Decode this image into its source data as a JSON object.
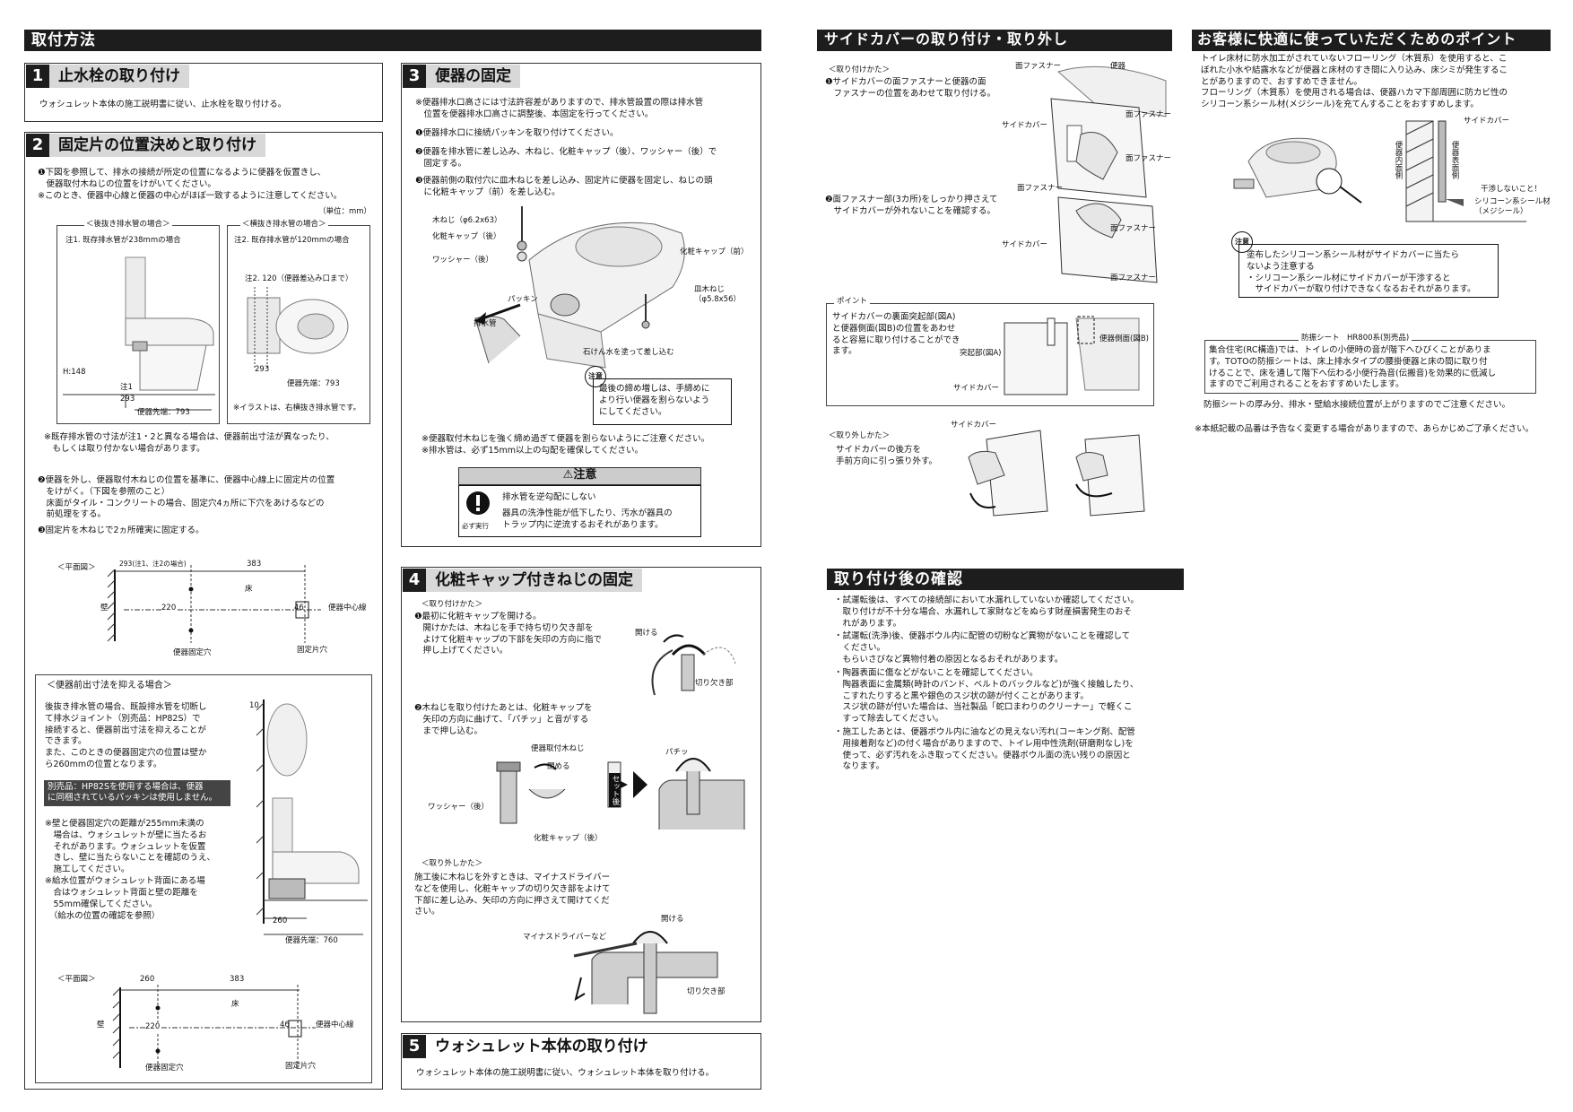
{
  "headers": {
    "install_method": "取付方法",
    "side_cover": "サイドカバーの取り付け・取り外し",
    "comfort_points": "お客様に快適に使っていただくためのポイント",
    "after_check": "取り付け後の確認"
  },
  "s1": {
    "num": "1",
    "title": "止水栓の取り付け",
    "body": "ウォシュレット本体の施工説明書に従い、止水栓を取り付ける。"
  },
  "s2": {
    "num": "2",
    "title": "固定片の位置決めと取り付け",
    "p1": "❶下図を参照して、排水の接続が所定の位置になるように便器を仮置きし、\n　便器取付木ねじの位置をけがいてください。\n※このとき、便器中心線と便器の中心がほぼ一致するように注意してください。",
    "unit": "（単位：mm）",
    "rear_title": "＜後抜き排水管の場合＞",
    "side_title": "＜横抜き排水管の場合＞",
    "rear_note": "注1. 既存排水管が238mmの場合",
    "side_note": "注2. 既存排水管が120mmの場合",
    "side_note2": "注2. 120（便器差込み口まで）",
    "h148": "H:148",
    "n_chu1": "注1",
    "d293": "293",
    "d793": "便器先端：793",
    "d293b": "293",
    "d793b": "便器先端：793",
    "illus_note": "※イラストは、右横抜き排水管です。",
    "p2": "※既存排水管の寸法が注1・2と異なる場合は、便器前出寸法が異なったり、\n　もしくは取り付かない場合があります。",
    "p3": "❷便器を外し、便器取付木ねじの位置を基準に、便器中心線上に固定片の位置\n　をけがく。（下図を参照のこと）\n　床面がタイル・コンクリートの場合、固定穴4ヵ所に下穴をあけるなどの\n　前処理をする。",
    "p4": "❸固定片を木ねじで2ヵ所確実に固定する。",
    "plan1": "＜平面図＞",
    "p_293": "293(注1、注2の場合)",
    "p_383": "383",
    "p_floor": "床",
    "p_wall": "壁",
    "p_220": "220",
    "p_46": "46",
    "p_center": "便器中心線",
    "p_hole1": "便器固定穴",
    "p_hole2": "固定片穴"
  },
  "s2b": {
    "title": "＜便器前出寸法を抑える場合＞",
    "body": "後抜き排水管の場合、既設排水管を切断し\nて排水ジョイント（別売品：HP82S）で\n接続すると、便器前出寸法を抑えることが\nできます。\nまた、このときの便器固定穴の位置は壁か\nら260mmの位置となります。",
    "dark": "別売品：HP82Sを使用する場合は、便器\nに同梱されているパッキンは使用しません。",
    "note1": "※壁と便器固定穴の距離が255mm未満の\n　場合は、ウォシュレットが壁に当たるお\n　それがあります。ウォシュレットを仮置\n　きし、壁に当たらないことを確認のうえ、\n　施工してください。\n※給水位置がウォシュレット背面にある場\n　合はウォシュレット背面と壁の距離を\n　55mm確保してください。\n　（給水の位置の確認を参照）",
    "d10": "10",
    "d260": "260",
    "d760": "便器先端：760",
    "plan": "＜平面図＞",
    "p_260": "260",
    "p_383": "383",
    "p_floor": "床",
    "p_wall": "壁",
    "p_220": "220",
    "p_46": "46",
    "p_center": "便器中心線",
    "p_hole1": "便器固定穴",
    "p_hole2": "固定片穴"
  },
  "s3": {
    "num": "3",
    "title": "便器の固定",
    "p1": "※便器排水口高さには寸法許容差がありますので、排水管設置の際は排水管\n　位置を便器排水口高さに調整後、本固定を行ってください。",
    "p2": "❶便器排水口に接続パッキンを取り付けてください。",
    "p3": "❷便器を排水管に差し込み、木ねじ、化粧キャップ（後）、ワッシャー（後）で\n　固定する。",
    "p4": "❸便器前側の取付穴に皿木ねじを差し込み、固定片に便器を固定し、ねじの頭\n　に化粧キャップ（前）を差し込む。",
    "l_screw": "木ねじ（φ6.2x63）",
    "l_cap_rear": "化粧キャップ（後）",
    "l_washer": "ワッシャー（後）",
    "l_cap_front": "化粧キャップ（前）",
    "l_flat_screw": "皿木ねじ",
    "l_flat_size": "（φ5.8x56）",
    "l_packing": "パッキン",
    "l_pipe": "排水管",
    "l_soap": "石けん水を塗って差し込む",
    "note_badge": "注意",
    "note_text": "最後の締め増しは、手締めに\nより行い便器を割らないよう\nにしてください。",
    "p5": "※便器取付木ねじを強く締め過ぎて便器を割らないようにご注意ください。\n※排水管は、必ず15mm以上の勾配を確保してください。",
    "caution_title": "⚠注意",
    "must": "必ず実行",
    "caution_line1": "排水管を逆勾配にしない",
    "caution_line2": "器具の洗浄性能が低下したり、汚水が器具の\nトラップ内に逆流するおそれがあります。"
  },
  "s4": {
    "num": "4",
    "title": "化粧キャップ付きねじの固定",
    "how": "＜取り付けかた＞",
    "p1": "❶最初に化粧キャップを開ける。\n　開けかたは、木ねじを手で持ち切り欠き部を\n　よけて化粧キャップの下部を矢印の方向に指で\n　押し上げてください。",
    "l_open": "開ける",
    "l_notch": "切り欠き部",
    "p2": "❷木ねじを取り付けたあとは、化粧キャップを\n　矢印の方向に曲げて、「パチッ」と音がする\n　まで押し込む。",
    "l_screw": "便器取付木ねじ",
    "l_close": "閉める",
    "l_washer": "ワッシャー（後）",
    "l_cap": "化粧キャップ（後）",
    "l_set": "セット後",
    "l_pachi": "パチッ",
    "remove": "＜取り外しかた＞",
    "p3": "施工後に木ねじを外すときは、マイナスドライバー\nなどを使用し、化粧キャップの切り欠き部をよけて\n下部に差し込み、矢印の方向に押さえて開けてくだ\nさい。",
    "l_driver": "マイナスドライバーなど",
    "l_open2": "開ける",
    "l_notch2": "切り欠き部"
  },
  "s5": {
    "num": "5",
    "title": "ウォシュレット本体の取り付け",
    "body": "ウォシュレット本体の施工説明書に従い、ウォシュレット本体を取り付ける。"
  },
  "side": {
    "how": "＜取り付けかた＞",
    "p1": "❶サイドカバーの面ファスナーと便器の面\n　ファスナーの位置をあわせて取り付ける。",
    "l_fast1": "面ファスナー",
    "l_bowl": "便器",
    "l_cover1": "サイドカバー",
    "l_fast2": "面ファスナー",
    "l_fast3": "面ファスナー",
    "p2": "❷面ファスナー部(3カ所)をしっかり押さえて\n　サイドカバーが外れないことを確認する。",
    "l_fast4": "面ファスナー",
    "l_fast5": "面ファスナー",
    "l_cover2": "サイドカバー",
    "l_fast6": "面ファスナー",
    "point": "ポイント",
    "point_text": "サイドカバーの裏面突起部(図A)\nと便器側面(図B)の位置をあわせ\nると容易に取り付けることができ\nます。",
    "l_side_b": "便器側面(図B)",
    "l_proj_a": "突起部(図A)",
    "l_cover3": "サイドカバー",
    "remove": "＜取り外しかた＞",
    "p3": "サイドカバーの後方を\n手前方向に引っ張り外す。",
    "l_cover4": "サイドカバー"
  },
  "comfort": {
    "p1": "トイレ床材に防水加工がされていないフローリング（木質系）を使用すると、こ\nぼれた小水や結露水などが便器と床材のすき間に入り込み、床シミが発生するこ\nとがありますので、おすすめできません。\nフローリング（木質系）を使用される場合は、便器ハカマ下部周囲に防カビ性の\nシリコーン系シール材(メジシール)を充てんすることをおすすめします。",
    "l_cover": "サイドカバー",
    "l_inner": "便器内面側",
    "l_surface": "便器表面側",
    "l_no_touch": "干渉しないこと！",
    "l_sealant": "シリコーン系シール材\n（メジシール）",
    "note_badge": "注意",
    "note_text": "塗布したシリコーン系シール材がサイドカバーに当たら\nないよう注意する\n・シリコーン系シール材にサイドカバーが干渉すると\n　サイドカバーが取り付けできなくなるおそれがあります。",
    "sheet_title": "防振シート　HR800系(別売品)",
    "sheet_body": "集合住宅(RC構造)では、トイレの小便時の音が階下へひびくことがありま\nす。TOTOの防振シートは、床上排水タイプの腰掛便器と床の間に取り付\nけることで、床を通して階下へ伝わる小便行為音(伝搬音)を効果的に低減し\nますのでご利用されることをおすすめいたします。",
    "sheet_after": "防振シートの厚み分、排水・壁給水接続位置が上がりますのでご注意ください。",
    "disclaimer": "※本紙記載の品番は予告なく変更する場合がありますので、あらかじめご了承ください。"
  },
  "check": {
    "items": [
      "・試運転後は、すべての接続部において水漏れしていないか確認してください。\n　取り付けが不十分な場合、水漏れして家財などをぬらす財産損害発生のおそ\n　れがあります。",
      "・試運転(洗浄)後、便器ボウル内に配管の切粉など異物がないことを確認して\n　ください。\n　もらいさびなど異物付着の原因となるおそれがあります。",
      "・陶器表面に傷などがないことを確認してください。\n　陶器表面に金属類(時計のバンド、ベルトのバックルなど)が強く接触したり、\n　こすれたりすると黒や銀色のスジ状の跡が付くことがあります。\n　スジ状の跡が付いた場合は、当社製品「蛇口まわりのクリーナー」で軽くこ\n　すって除去してください。",
      "・施工したあとは、便器ボウル内に油などの見えない汚れ(コーキング剤、配管\n　用接着剤など)の付く場合がありますので、トイレ用中性洗剤(研磨剤なし)を\n　使って、必ず汚れをふき取ってください。便器ボウル面の洗い残りの原因と\n　なります。"
    ]
  }
}
